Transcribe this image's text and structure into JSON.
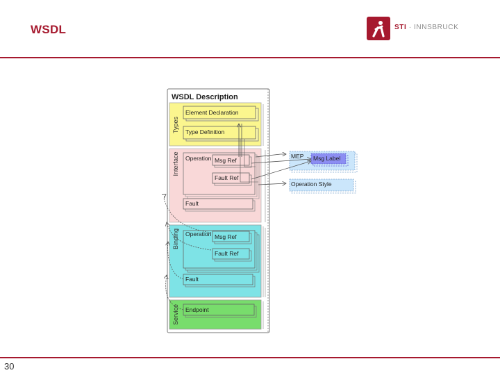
{
  "header": {
    "title": "WSDL"
  },
  "logo": {
    "brand": "STI",
    "separator": " · ",
    "org": "INNSBRUCK"
  },
  "footer": {
    "page_number": "30"
  },
  "diagram": {
    "title": "WSDL Description",
    "sections": [
      {
        "name": "Types",
        "color": "#fbf68e"
      },
      {
        "name": "Interface",
        "color": "#f9d8d8"
      },
      {
        "name": "Binding",
        "color": "#7ee3e6"
      },
      {
        "name": "Service",
        "color": "#78dd6c"
      }
    ],
    "components": {
      "element_declaration": "Element Declaration",
      "type_definition": "Type Definition",
      "interface_operation": "Operation",
      "interface_msg_ref": "Msg Ref",
      "interface_fault_ref": "Fault Ref",
      "interface_fault": "Fault",
      "binding_operation": "Operation",
      "binding_msg_ref": "Msg Ref",
      "binding_fault_ref": "Fault Ref",
      "binding_fault": "Fault",
      "endpoint": "Endpoint"
    },
    "side_boxes": {
      "mep": "MEP",
      "msg_label": "Msg Label",
      "operation_style": "Operation Style",
      "colors": {
        "light_blue": "#cbe6fb",
        "purple": "#8c8ef2"
      }
    }
  },
  "colors": {
    "accent": "#a6192e"
  }
}
